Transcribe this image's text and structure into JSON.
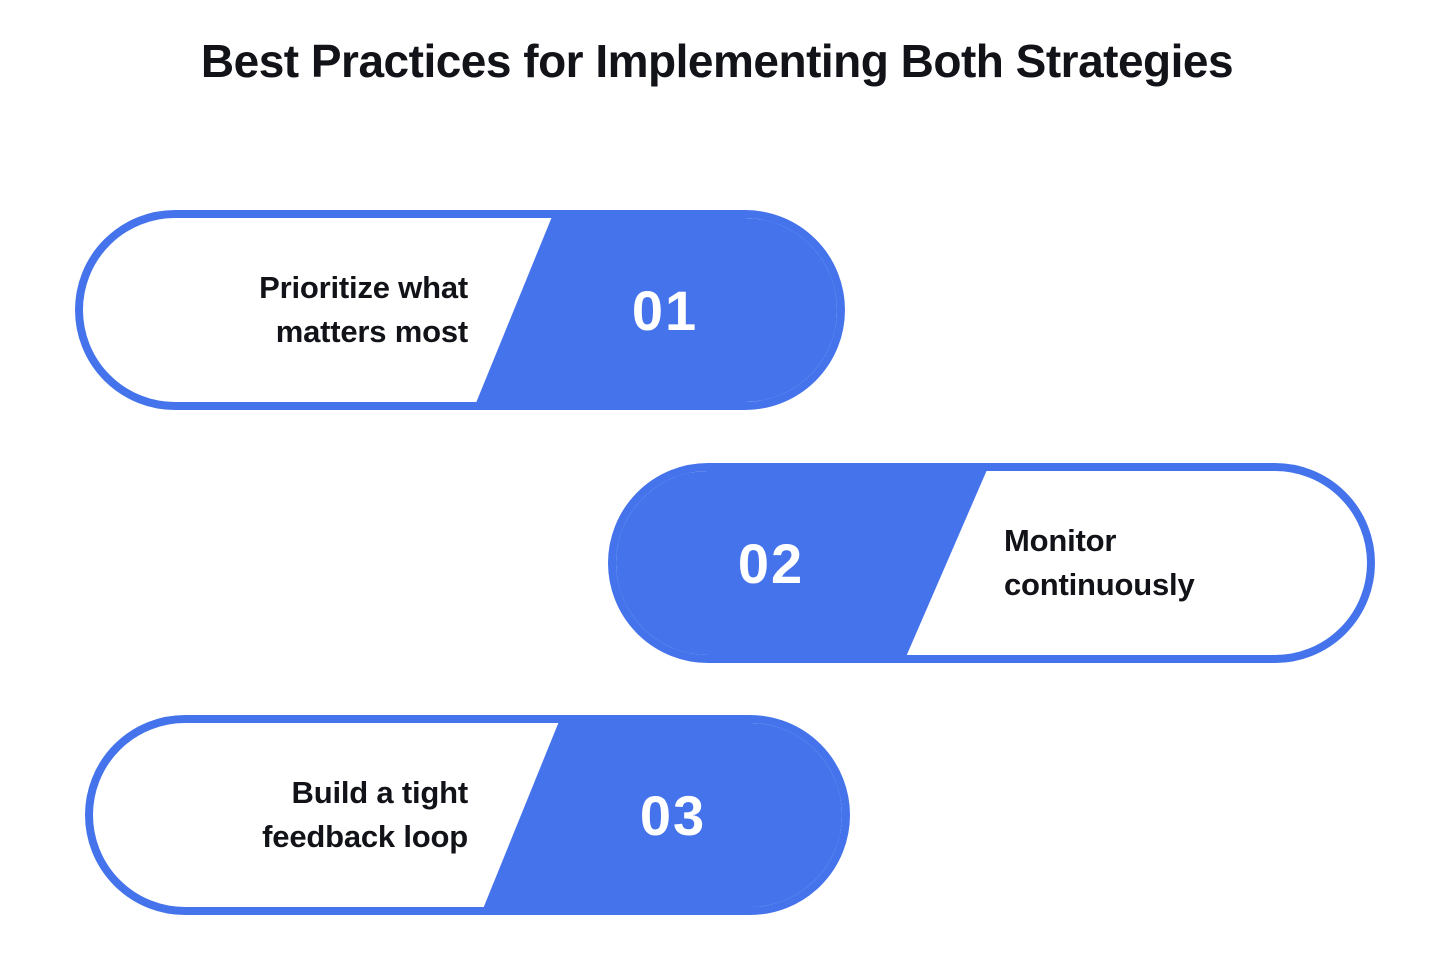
{
  "title": "Best Practices for Implementing Both Strategies",
  "accent_color": "#4573EB",
  "steps": [
    {
      "number": "01",
      "label_lines": [
        "Prioritize what",
        "matters most"
      ],
      "layout": "text-left-number-right"
    },
    {
      "number": "02",
      "label_lines": [
        "Monitor",
        "continuously"
      ],
      "layout": "number-left-text-right"
    },
    {
      "number": "03",
      "label_lines": [
        "Build a tight",
        "feedback loop"
      ],
      "layout": "text-left-number-right"
    }
  ]
}
